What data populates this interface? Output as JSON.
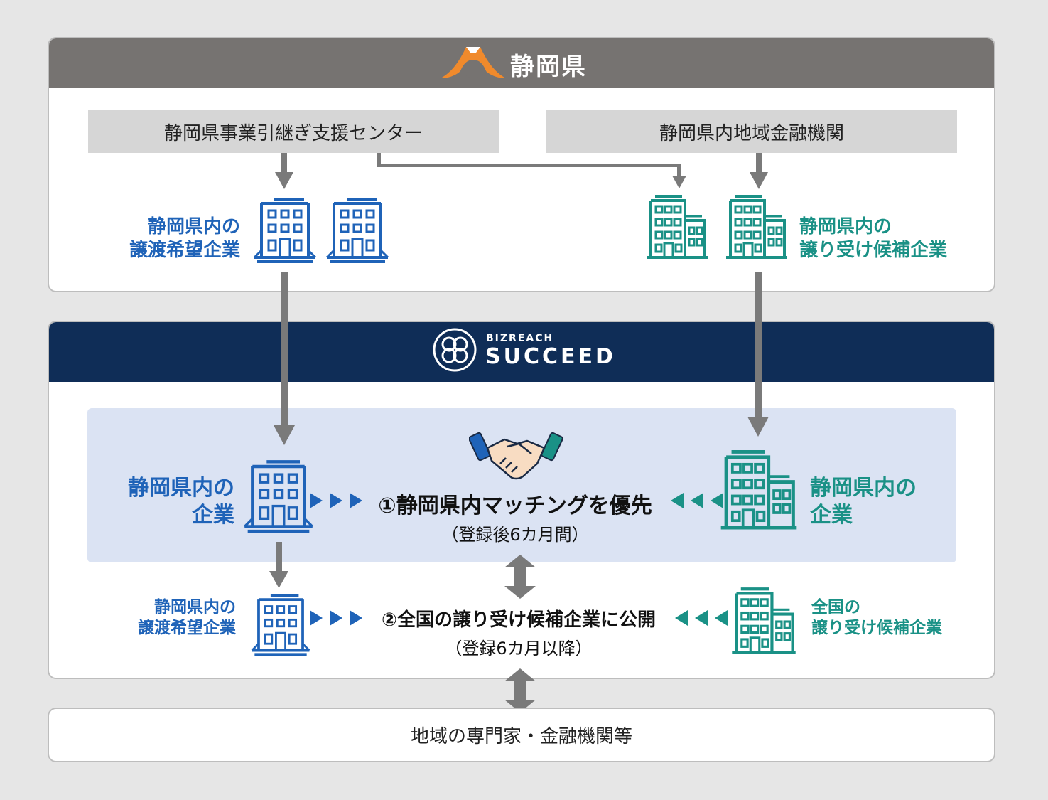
{
  "prefecture": {
    "title": "静岡県"
  },
  "sources": {
    "support_center": "静岡県事業引継ぎ支援センター",
    "financial_institutions": "静岡県内地域金融機関"
  },
  "top_left_label": {
    "line1": "静岡県内の",
    "line2": "譲渡希望企業"
  },
  "top_right_label": {
    "line1": "静岡県内の",
    "line2": "譲り受け候補企業"
  },
  "platform": {
    "brand_small": "BIZREACH",
    "brand_large": "SUCCEED"
  },
  "step1": {
    "left_label": {
      "line1": "静岡県内の",
      "line2": "企業"
    },
    "right_label": {
      "line1": "静岡県内の",
      "line2": "企業"
    },
    "title": "①静岡県内マッチングを優先",
    "note": "（登録後6カ月間）"
  },
  "step2": {
    "left_label": {
      "line1": "静岡県内の",
      "line2": "譲渡希望企業"
    },
    "right_label": {
      "line1": "全国の",
      "line2": "譲り受け候補企業"
    },
    "title": "②全国の譲り受け候補企業に公開",
    "note": "（登録6カ月以降）"
  },
  "footer": {
    "label": "地域の専門家・金融機関等"
  },
  "colors": {
    "blue": "#1f63b8",
    "teal": "#1a9186",
    "navy": "#0f2d57",
    "header_gray": "#767371",
    "logo_orange": "#f08a2c"
  },
  "icons": [
    "fuji-logo-icon",
    "building-icon",
    "handshake-icon",
    "succeed-logo-icon"
  ]
}
